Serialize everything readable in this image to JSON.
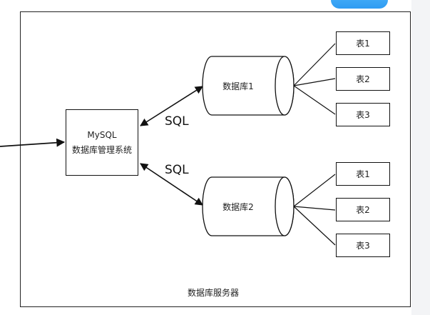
{
  "diagram": {
    "server_label": "数据库服务器",
    "dbms": {
      "line1": "MySQL",
      "line2": "数据库管理系统"
    },
    "connection_labels": [
      "SQL",
      "SQL"
    ],
    "databases": [
      {
        "label": "数据库1",
        "tables": [
          "表1",
          "表2",
          "表3"
        ]
      },
      {
        "label": "数据库2",
        "tables": [
          "表1",
          "表2",
          "表3"
        ]
      }
    ]
  }
}
